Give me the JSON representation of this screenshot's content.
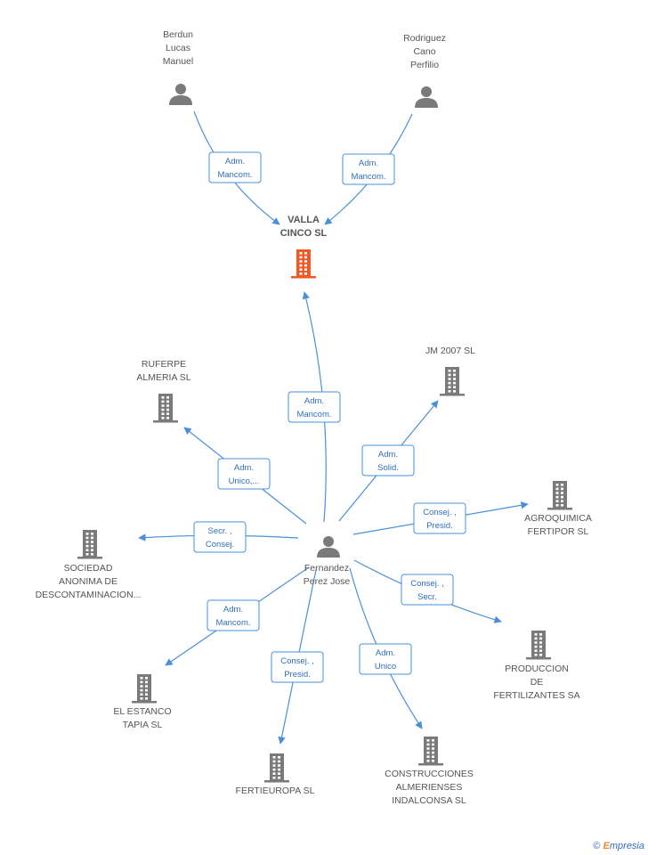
{
  "colors": {
    "edge": "#4a90d9",
    "edge_label_text": "#2f6fbd",
    "person_icon": "#7a7a7a",
    "company_icon": "#7a7a7a",
    "main_company_icon": "#f05a28",
    "label_text": "#555555"
  },
  "nodes": [
    {
      "id": "valla",
      "type": "company",
      "main": true,
      "lines": [
        "VALLA",
        "CINCO SL"
      ],
      "icon": "building-icon"
    },
    {
      "id": "berdun",
      "type": "person",
      "lines": [
        "Berdun",
        "Lucas",
        "Manuel"
      ],
      "icon": "person-icon"
    },
    {
      "id": "rodriguez",
      "type": "person",
      "lines": [
        "Rodriguez",
        "Cano",
        "Perfilio"
      ],
      "icon": "person-icon"
    },
    {
      "id": "fernandez",
      "type": "person",
      "lines": [
        "Fernandez",
        "Perez Jose"
      ],
      "icon": "person-icon"
    },
    {
      "id": "ruferpe",
      "type": "company",
      "lines": [
        "RUFERPE",
        "ALMERIA SL"
      ],
      "icon": "building-icon"
    },
    {
      "id": "jm2007",
      "type": "company",
      "lines": [
        "JM 2007 SL"
      ],
      "icon": "building-icon"
    },
    {
      "id": "agroquimica",
      "type": "company",
      "lines": [
        "AGROQUIMICA",
        "FERTIPOR SL"
      ],
      "icon": "building-icon"
    },
    {
      "id": "sociedad",
      "type": "company",
      "lines": [
        "SOCIEDAD",
        "ANONIMA DE",
        "DESCONTAMINACION..."
      ],
      "icon": "building-icon"
    },
    {
      "id": "produccion",
      "type": "company",
      "lines": [
        "PRODUCCION",
        "DE",
        "FERTILIZANTES SA"
      ],
      "icon": "building-icon"
    },
    {
      "id": "estanco",
      "type": "company",
      "lines": [
        "EL ESTANCO",
        "TAPIA  SL"
      ],
      "icon": "building-icon"
    },
    {
      "id": "fertieuropa",
      "type": "company",
      "lines": [
        "FERTIEUROPA SL"
      ],
      "icon": "building-icon"
    },
    {
      "id": "construcciones",
      "type": "company",
      "lines": [
        "CONSTRUCCIONES",
        "ALMERIENSES",
        "INDALCONSA SL"
      ],
      "icon": "building-icon"
    }
  ],
  "edges": [
    {
      "from": "berdun",
      "to": "valla",
      "label": [
        "Adm.",
        "Mancom."
      ]
    },
    {
      "from": "rodriguez",
      "to": "valla",
      "label": [
        "Adm.",
        "Mancom."
      ]
    },
    {
      "from": "fernandez",
      "to": "valla",
      "label": [
        "Adm.",
        "Mancom."
      ]
    },
    {
      "from": "fernandez",
      "to": "ruferpe",
      "label": [
        "Adm.",
        "Unico,..."
      ]
    },
    {
      "from": "fernandez",
      "to": "jm2007",
      "label": [
        "Adm.",
        "Solid."
      ]
    },
    {
      "from": "fernandez",
      "to": "agroquimica",
      "label": [
        "Consej. ,",
        "Presid."
      ]
    },
    {
      "from": "fernandez",
      "to": "sociedad",
      "label": [
        "Secr. ,",
        "Consej."
      ]
    },
    {
      "from": "fernandez",
      "to": "produccion",
      "label": [
        "Consej. ,",
        "Secr."
      ]
    },
    {
      "from": "fernandez",
      "to": "estanco",
      "label": [
        "Adm.",
        "Mancom."
      ]
    },
    {
      "from": "fernandez",
      "to": "fertieuropa",
      "label": [
        "Consej. ,",
        "Presid."
      ]
    },
    {
      "from": "fernandez",
      "to": "construcciones",
      "label": [
        "Adm.",
        "Unico"
      ]
    }
  ],
  "footer": {
    "copyright_symbol": "©",
    "brand_initial": "E",
    "brand_rest": "mpresia"
  }
}
